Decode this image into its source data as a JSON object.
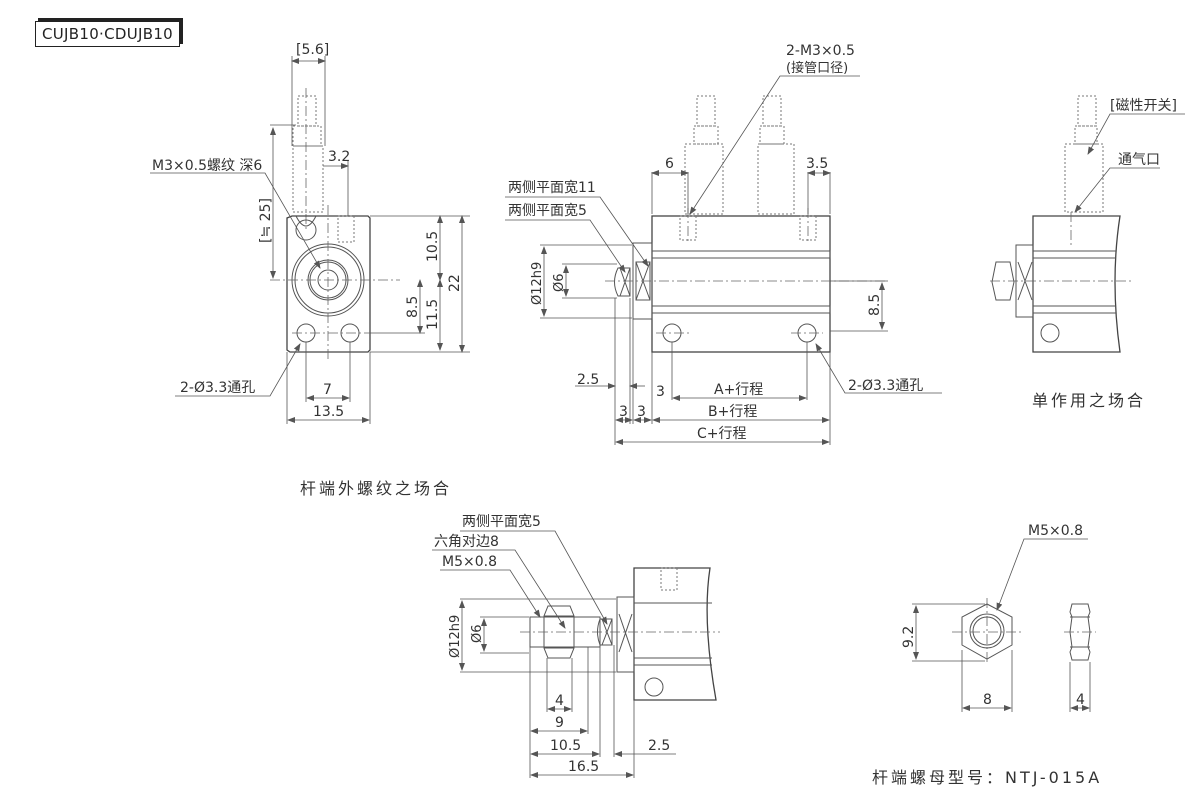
{
  "sheet": {
    "title": "CUJB10·CDUJB10"
  },
  "front_view": {
    "dim_top": "[5.6]",
    "dim_port_offset": "3.2",
    "thread_note": "M3×0.5螺纹 深6",
    "dim_switch_height": "[≒ 25]",
    "dim_upper": "10.5",
    "dim_total_height": "22",
    "dim_hole_center": "8.5",
    "dim_lower": "11.5",
    "hole_note": "2-Ø3.3通孔",
    "dim_hole_pitch": "7",
    "dim_width": "13.5"
  },
  "side_view": {
    "port_note_line1": "2-M3×0.5",
    "port_note_line2": "(接管口径)",
    "dim_port_left": "6",
    "dim_port_right": "3.5",
    "flat_note_11": "两侧平面宽11",
    "flat_note_5": "两侧平面宽5",
    "dim_rod_boss": "Ø12h9",
    "dim_rod": "Ø6",
    "dim_right_height": "8.5",
    "dim_rod_protrusion": "2.5",
    "dim_a_offset": "3",
    "dim_a": "A+行程",
    "hole_note": "2-Ø3.3通孔",
    "dim_flat_1": "3",
    "dim_flat_2": "3",
    "dim_b": "B+行程",
    "dim_c": "C+行程"
  },
  "single_acting_view": {
    "switch_note": "[磁性开关]",
    "vent_note": "通气口",
    "caption": "单作用之场合"
  },
  "male_thread_view": {
    "caption": "杆端外螺纹之场合",
    "flat_note": "两侧平面宽5",
    "hex_note": "六角对边8",
    "thread_note": "M5×0.8",
    "dim_rod_boss": "Ø12h9",
    "dim_rod": "Ø6",
    "dim_nut": "4",
    "dim_9": "9",
    "dim_10_5": "10.5",
    "dim_2_5": "2.5",
    "dim_16_5": "16.5"
  },
  "nut_view": {
    "thread_note": "M5×0.8",
    "dim_height": "9.2",
    "dim_width": "8",
    "dim_thickness": "4",
    "caption": "杆端螺母型号：NTJ-015A"
  }
}
